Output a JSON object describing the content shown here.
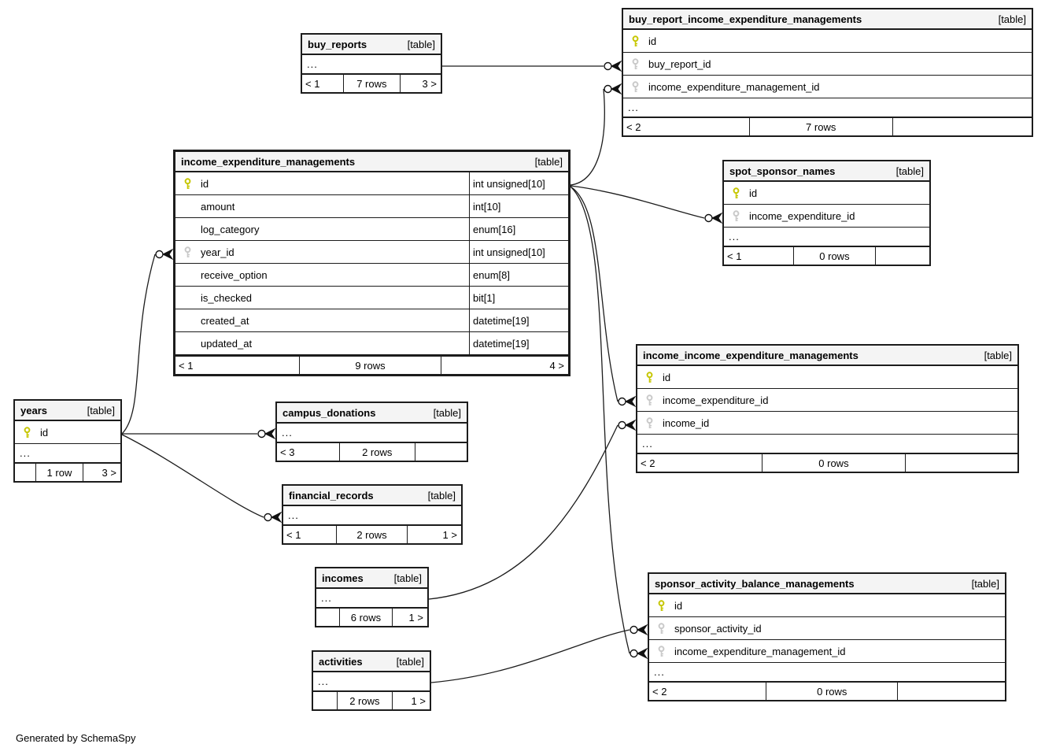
{
  "footer_note": "Generated by SchemaSpy",
  "colors": {
    "primary_key": "#c6c600",
    "foreign_key": "#c9c9c9",
    "header_bg": "#f4f4f4",
    "border": "#1c1c1c",
    "line": "#1c1c1c"
  },
  "tables": [
    {
      "id": "buy_reports",
      "name": "buy_reports",
      "badge": "[table]",
      "columns": [],
      "ellipsis": "...",
      "footer": {
        "prev": "< 1",
        "rows": "7 rows",
        "next": "3 >"
      }
    },
    {
      "id": "buy_report_income_expenditure_managements",
      "name": "buy_report_income_expenditure_managements",
      "badge": "[table]",
      "columns": [
        {
          "key": "pk",
          "name": "id"
        },
        {
          "key": "fk",
          "name": "buy_report_id"
        },
        {
          "key": "fk",
          "name": "income_expenditure_management_id"
        }
      ],
      "ellipsis": "...",
      "footer": {
        "prev": "< 2",
        "rows": "7 rows",
        "next": ""
      }
    },
    {
      "id": "income_expenditure_managements",
      "name": "income_expenditure_managements",
      "badge": "[table]",
      "columns": [
        {
          "key": "pk",
          "name": "id",
          "type": "int unsigned[10]"
        },
        {
          "key": "",
          "name": "amount",
          "type": "int[10]"
        },
        {
          "key": "",
          "name": "log_category",
          "type": "enum[16]"
        },
        {
          "key": "fk",
          "name": "year_id",
          "type": "int unsigned[10]"
        },
        {
          "key": "",
          "name": "receive_option",
          "type": "enum[8]"
        },
        {
          "key": "",
          "name": "is_checked",
          "type": "bit[1]"
        },
        {
          "key": "",
          "name": "created_at",
          "type": "datetime[19]"
        },
        {
          "key": "",
          "name": "updated_at",
          "type": "datetime[19]"
        }
      ],
      "ellipsis": null,
      "footer": {
        "prev": "< 1",
        "rows": "9 rows",
        "next": "4 >"
      }
    },
    {
      "id": "spot_sponsor_names",
      "name": "spot_sponsor_names",
      "badge": "[table]",
      "columns": [
        {
          "key": "pk",
          "name": "id"
        },
        {
          "key": "fk",
          "name": "income_expenditure_id"
        }
      ],
      "ellipsis": "...",
      "footer": {
        "prev": "< 1",
        "rows": "0 rows",
        "next": ""
      }
    },
    {
      "id": "years",
      "name": "years",
      "badge": "[table]",
      "columns": [
        {
          "key": "pk",
          "name": "id"
        }
      ],
      "ellipsis": "...",
      "footer": {
        "prev": "",
        "rows": "1 row",
        "next": "3 >"
      }
    },
    {
      "id": "campus_donations",
      "name": "campus_donations",
      "badge": "[table]",
      "columns": [],
      "ellipsis": "...",
      "footer": {
        "prev": "< 3",
        "rows": "2 rows",
        "next": ""
      }
    },
    {
      "id": "financial_records",
      "name": "financial_records",
      "badge": "[table]",
      "columns": [],
      "ellipsis": "...",
      "footer": {
        "prev": "< 1",
        "rows": "2 rows",
        "next": "1 >"
      }
    },
    {
      "id": "income_income_expenditure_managements",
      "name": "income_income_expenditure_managements",
      "badge": "[table]",
      "columns": [
        {
          "key": "pk",
          "name": "id"
        },
        {
          "key": "fk",
          "name": "income_expenditure_id"
        },
        {
          "key": "fk",
          "name": "income_id"
        }
      ],
      "ellipsis": "...",
      "footer": {
        "prev": "< 2",
        "rows": "0 rows",
        "next": ""
      }
    },
    {
      "id": "incomes",
      "name": "incomes",
      "badge": "[table]",
      "columns": [],
      "ellipsis": "...",
      "footer": {
        "prev": "",
        "rows": "6 rows",
        "next": "1 >"
      }
    },
    {
      "id": "activities",
      "name": "activities",
      "badge": "[table]",
      "columns": [],
      "ellipsis": "...",
      "footer": {
        "prev": "",
        "rows": "2 rows",
        "next": "1 >"
      }
    },
    {
      "id": "sponsor_activity_balance_managements",
      "name": "sponsor_activity_balance_managements",
      "badge": "[table]",
      "columns": [
        {
          "key": "pk",
          "name": "id"
        },
        {
          "key": "fk",
          "name": "sponsor_activity_id"
        },
        {
          "key": "fk",
          "name": "income_expenditure_management_id"
        }
      ],
      "ellipsis": "...",
      "footer": {
        "prev": "< 2",
        "rows": "0 rows",
        "next": ""
      }
    }
  ],
  "relationships": [
    {
      "from": "buy_reports",
      "to": "buy_report_income_expenditure_managements.buy_report_id"
    },
    {
      "from": "income_expenditure_managements.id",
      "to": "buy_report_income_expenditure_managements.income_expenditure_management_id"
    },
    {
      "from": "income_expenditure_managements.id",
      "to": "spot_sponsor_names.income_expenditure_id"
    },
    {
      "from": "income_expenditure_managements.id",
      "to": "income_income_expenditure_managements.income_expenditure_id"
    },
    {
      "from": "income_expenditure_managements.id",
      "to": "sponsor_activity_balance_managements.income_expenditure_management_id"
    },
    {
      "from": "years.id",
      "to": "income_expenditure_managements.year_id"
    },
    {
      "from": "years.id",
      "to": "campus_donations"
    },
    {
      "from": "years.id",
      "to": "financial_records"
    },
    {
      "from": "incomes",
      "to": "income_income_expenditure_managements.income_id"
    },
    {
      "from": "activities",
      "to": "sponsor_activity_balance_managements.sponsor_activity_id"
    }
  ]
}
